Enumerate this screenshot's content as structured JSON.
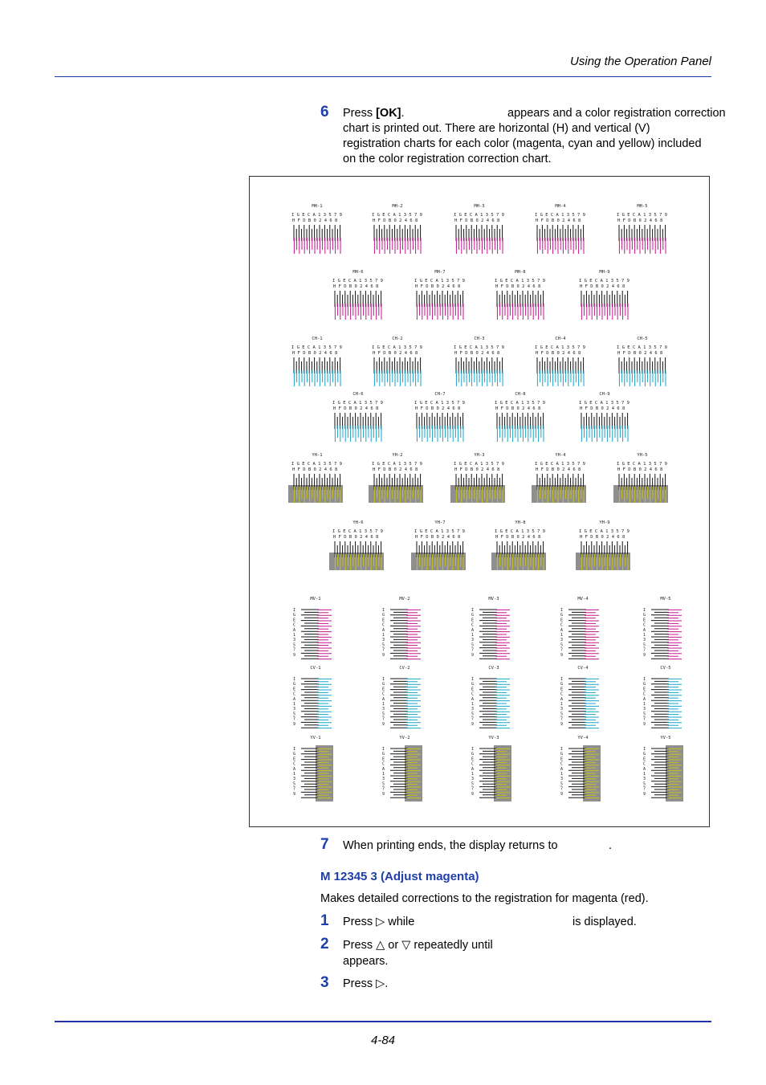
{
  "header": {
    "title": "Using the Operation Panel"
  },
  "step6": {
    "number": "6",
    "text_prefix": "Press ",
    "text_bold": "[OK]",
    "line1_rest": ".",
    "line1_tail": "appears and a color registration correction",
    "line2": "chart is printed out. There are horizontal (H) and vertical (V)",
    "line3": "registration charts for each color (magenta, cyan and yellow) included",
    "line4": "on the color registration correction chart."
  },
  "figure": {
    "colors": {
      "magenta": "#c2168c",
      "cyan": "#1aa3c8",
      "yellow": "#c8c21a",
      "gray": "#8f8f8f"
    },
    "top_digits": "I G E C A 1 3 5 7 9",
    "bottom_digits": "H F D B 0 2 4 6 8",
    "h_rows": [
      {
        "color": "magenta",
        "labels": [
          "MH-1",
          "MH-2",
          "MH-3",
          "MH-4",
          "MH-5"
        ],
        "shade": false
      },
      {
        "color": "magenta",
        "labels": [
          "MH-6",
          "MH-7",
          "MH-8",
          "MH-9"
        ],
        "shade": false
      },
      {
        "color": "cyan",
        "labels": [
          "CH-1",
          "CH-2",
          "CH-3",
          "CH-4",
          "CH-5"
        ],
        "shade": false
      },
      {
        "color": "cyan",
        "labels": [
          "CH-6",
          "CH-7",
          "CH-8",
          "CH-9"
        ],
        "shade": false
      },
      {
        "color": "yellow",
        "labels": [
          "YH-1",
          "YH-2",
          "YH-3",
          "YH-4",
          "YH-5"
        ],
        "shade": true
      },
      {
        "color": "yellow",
        "labels": [
          "YH-6",
          "YH-7",
          "YH-8",
          "YH-9"
        ],
        "shade": true
      }
    ],
    "v_rows": [
      {
        "color": "magenta",
        "labels": [
          "MV-1",
          "MV-2",
          "MV-3",
          "MV-4",
          "MV-5"
        ],
        "shade": false
      },
      {
        "color": "cyan",
        "labels": [
          "CV-1",
          "CV-2",
          "CV-3",
          "CV-4",
          "CV-5"
        ],
        "shade": false
      },
      {
        "color": "yellow",
        "labels": [
          "YV-1",
          "YV-2",
          "YV-3",
          "YV-4",
          "YV-5"
        ],
        "shade": true
      }
    ]
  },
  "step7": {
    "number": "7",
    "text": "When printing ends, the display returns to",
    "tail": "."
  },
  "section": {
    "title": "M 12345 3 (Adjust magenta)",
    "description": "Makes detailed corrections to the registration for magenta (red)."
  },
  "substeps": [
    {
      "number": "1",
      "line1": "Press ▷ while",
      "tail": "is displayed.",
      "line2": ""
    },
    {
      "number": "2",
      "line1": "Press △ or ▽ repeatedly until",
      "tail": "",
      "line2": "appears."
    },
    {
      "number": "3",
      "line1": "Press ▷.",
      "tail": "",
      "line2": ""
    }
  ],
  "footer": {
    "page_number": "4-84"
  }
}
